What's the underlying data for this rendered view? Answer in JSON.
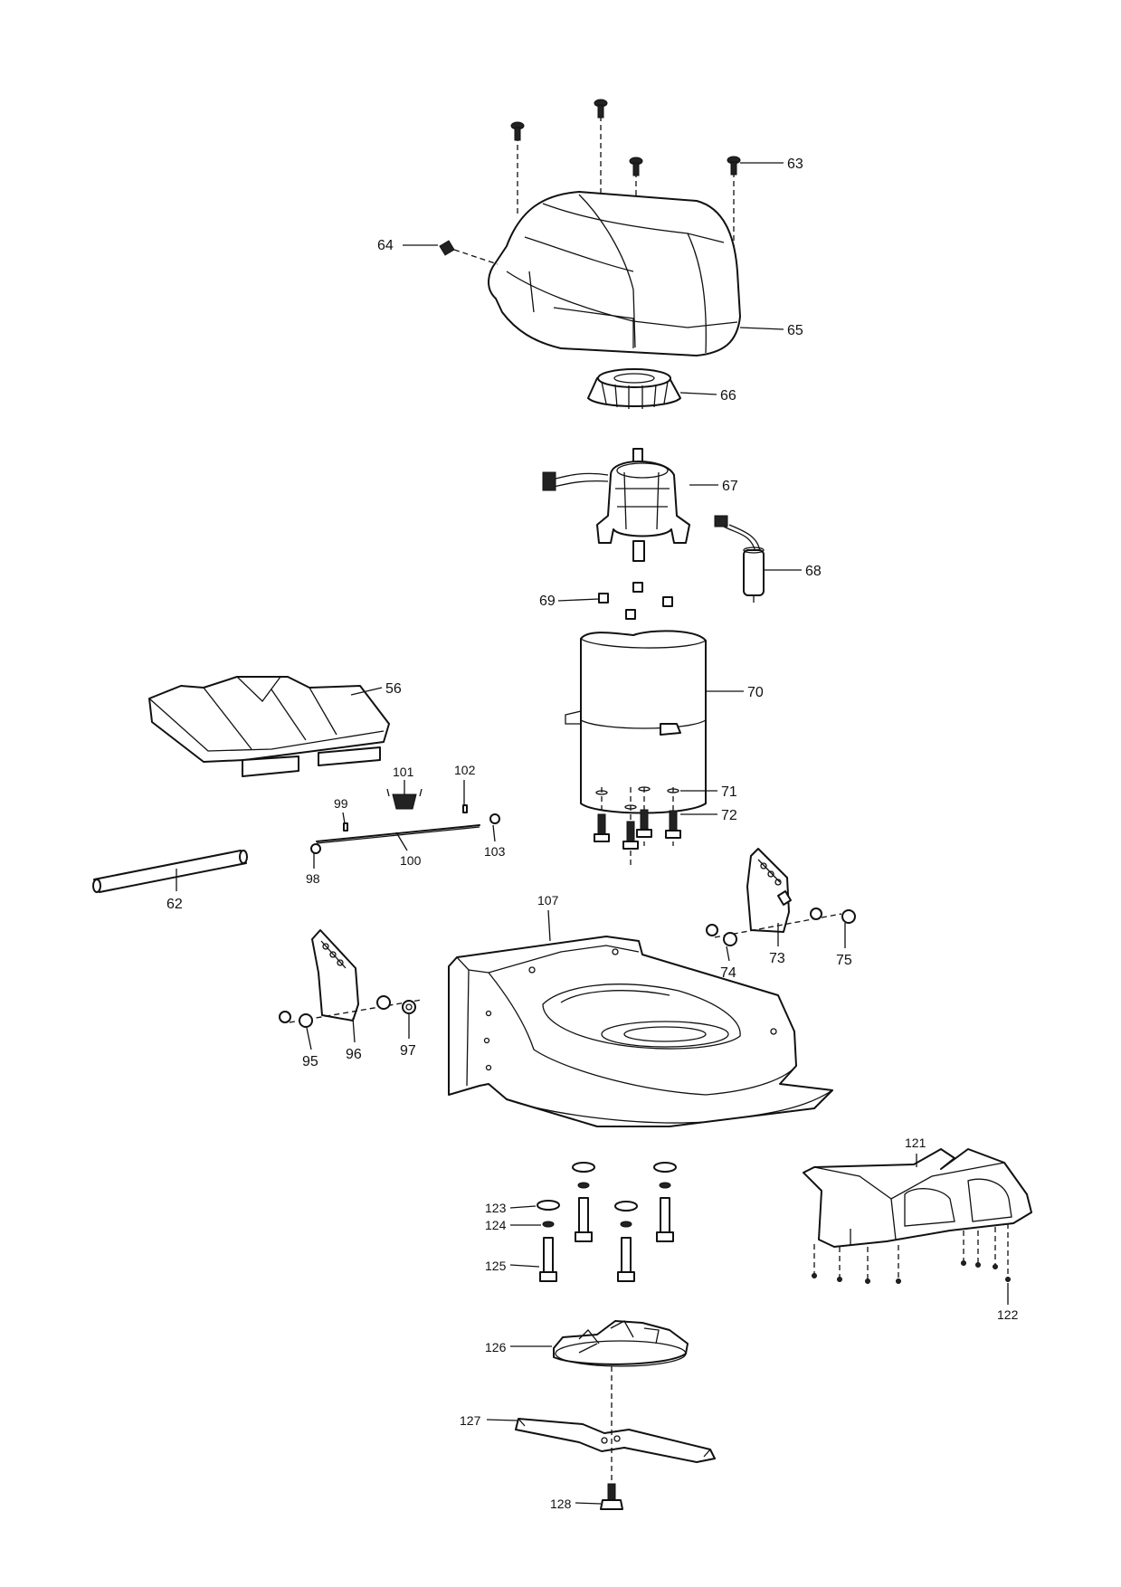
{
  "callouts": {
    "c56": "56",
    "c62": "62",
    "c63": "63",
    "c64": "64",
    "c65": "65",
    "c66": "66",
    "c67": "67",
    "c68": "68",
    "c69": "69",
    "c70": "70",
    "c71": "71",
    "c72": "72",
    "c73": "73",
    "c74": "74",
    "c75": "75",
    "c95": "95",
    "c96": "96",
    "c97": "97",
    "c98": "98",
    "c99": "99",
    "c100": "100",
    "c101": "101",
    "c102": "102",
    "c103": "103",
    "c107": "107",
    "c121": "121",
    "c122": "122",
    "c123": "123",
    "c124": "124",
    "c125": "125",
    "c126": "126",
    "c127": "127",
    "c128": "128"
  }
}
